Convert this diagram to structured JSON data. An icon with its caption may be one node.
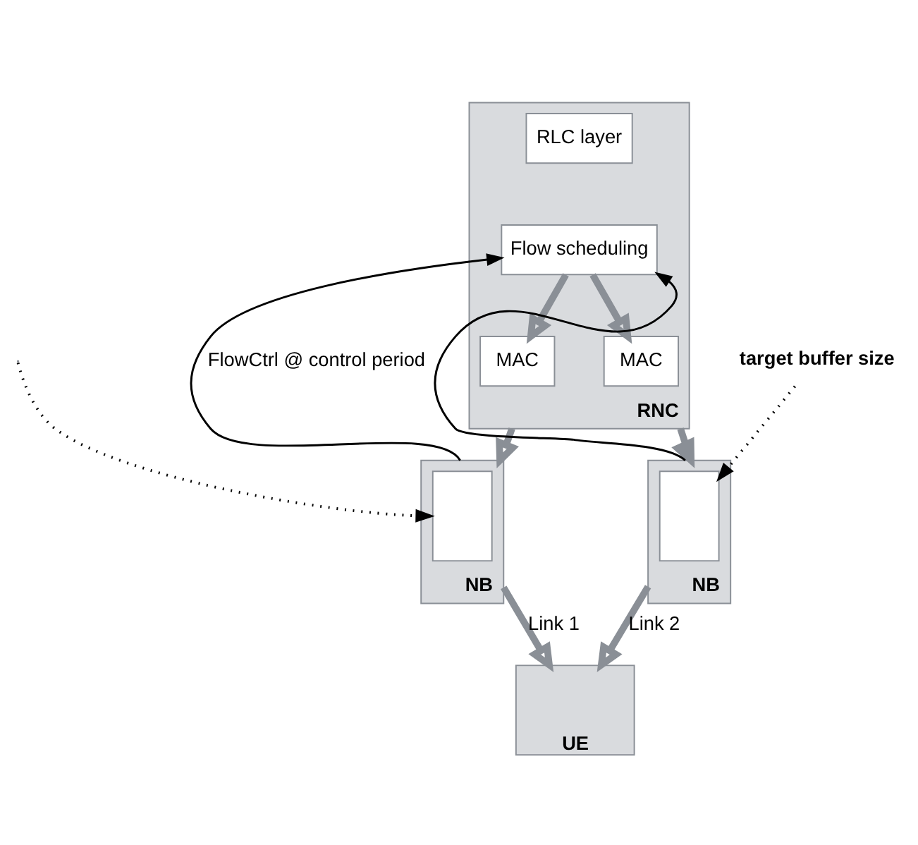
{
  "diagram": {
    "nodes": [
      {
        "text": [
          "RNC"
        ]
      },
      {
        "text": [
          "RLC layer"
        ],
        "in": 0
      },
      {
        "text": [
          "Flow scheduling"
        ],
        "in": 0
      },
      {
        "text": [
          "MAC"
        ],
        "in": 0
      },
      {
        "text": [
          "MAC"
        ],
        "in": 0
      },
      {
        "text": [
          "NB"
        ]
      },
      {
        "text": [],
        "shape": "box",
        "in": 5
      },
      {
        "text": [
          "NB"
        ]
      },
      {
        "text": [],
        "shape": "box",
        "in": 7
      },
      {
        "text": [
          "UE"
        ]
      },
      {
        "text": [
          "target buffer size"
        ]
      }
    ],
    "edges": [
      {
        "from": 2,
        "to": 3,
        "arrow": "to"
      },
      {
        "from": 2,
        "to": 4,
        "arrow": "to"
      },
      {
        "from": 0,
        "to": 5,
        "arrow": "to"
      },
      {
        "from": 0,
        "to": 7,
        "arrow": "to"
      },
      {
        "from": 5,
        "to": 9,
        "arrow": "to",
        "label": "Link 1"
      },
      {
        "from": 7,
        "to": 9,
        "arrow": "to",
        "label": "Link 2"
      },
      {
        "from": 5,
        "to": 2,
        "arrow": "to",
        "color": "#000000",
        "label": "FlowCtrl @ control period"
      },
      {
        "from": 7,
        "to": 2,
        "arrow": "to",
        "color": "#000000"
      },
      {
        "from": null,
        "to": 6,
        "arrow": "to",
        "style": "dashed",
        "color": "#000000"
      },
      {
        "from": 10,
        "to": 8,
        "arrow": "to",
        "style": "dashed",
        "color": "#000000"
      }
    ]
  }
}
